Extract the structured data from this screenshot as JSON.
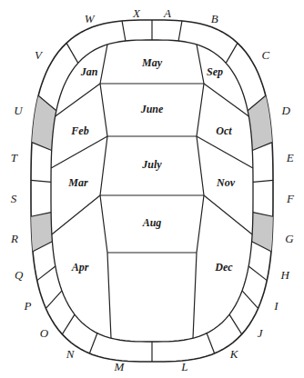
{
  "diagram": {
    "labels": [
      "X",
      "A",
      "W",
      "B",
      "May",
      "V",
      "C",
      "U",
      "Jan",
      "Sep",
      "D",
      "June",
      "T",
      "E",
      "Feb",
      "Oct",
      "S",
      "F",
      "July",
      "R",
      "G",
      "Mar",
      "Nov",
      "Q",
      "H",
      "Aug",
      "P",
      "I",
      "Apr",
      "Dec",
      "O",
      "J",
      "N",
      "K",
      "M",
      "L"
    ]
  }
}
